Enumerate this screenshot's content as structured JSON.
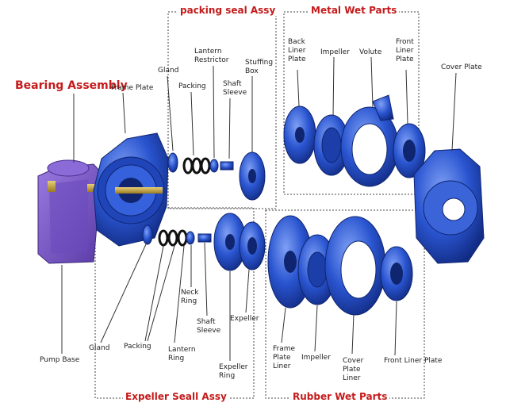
{
  "colors": {
    "part_blue": "#2a55d0",
    "part_blue_dark": "#143496",
    "part_blue_light": "#6d8ff0",
    "purple_base": "#7b58c8",
    "purple_dark": "#4a3090",
    "shaft_gold": "#c8a640",
    "section_red": "#c41b1b",
    "line": "#333333"
  },
  "sections": {
    "bearing_assembly": "Bearing Assembly",
    "packing_seal_assy": "packing seal Assy",
    "metal_wet_parts": "Metal Wet Parts",
    "expeller_seal_assy": "Expeller Seall Assy",
    "rubber_wet_parts": "Rubber Wet Parts"
  },
  "labels": {
    "frame_plate": "Frame Plate",
    "gland_top": "Gland",
    "packing_top": "Packing",
    "lantern_restrictor": "Lantern\nRestrictor",
    "shaft_sleeve_top": "Shaft\nSleeve",
    "stuffing_box": "Stuffing\nBox",
    "back_liner_plate": "Back\nLiner\nPlate",
    "impeller_top": "Impeller",
    "volute": "Volute",
    "front_liner_plate": "Front\nLiner\nPlate",
    "cover_plate": "Cover Plate",
    "pump_base": "Pump Base",
    "gland_bottom": "Gland",
    "packing_bottom": "Packing",
    "lantern_ring": "Lantern\nRing",
    "neck_ring": "Neck\nRing",
    "shaft_sleeve_bottom": "Shaft\nSleeve",
    "expeller_ring": "Expeller\nRing",
    "expeller": "Expeller",
    "frame_plate_liner": "Frame\nPlate\nLiner",
    "impeller_bottom": "Impeller",
    "cover_plate_liner": "Cover\nPlate\nLiner",
    "front_liner_plate_bottom": "Front Liner Plate"
  }
}
